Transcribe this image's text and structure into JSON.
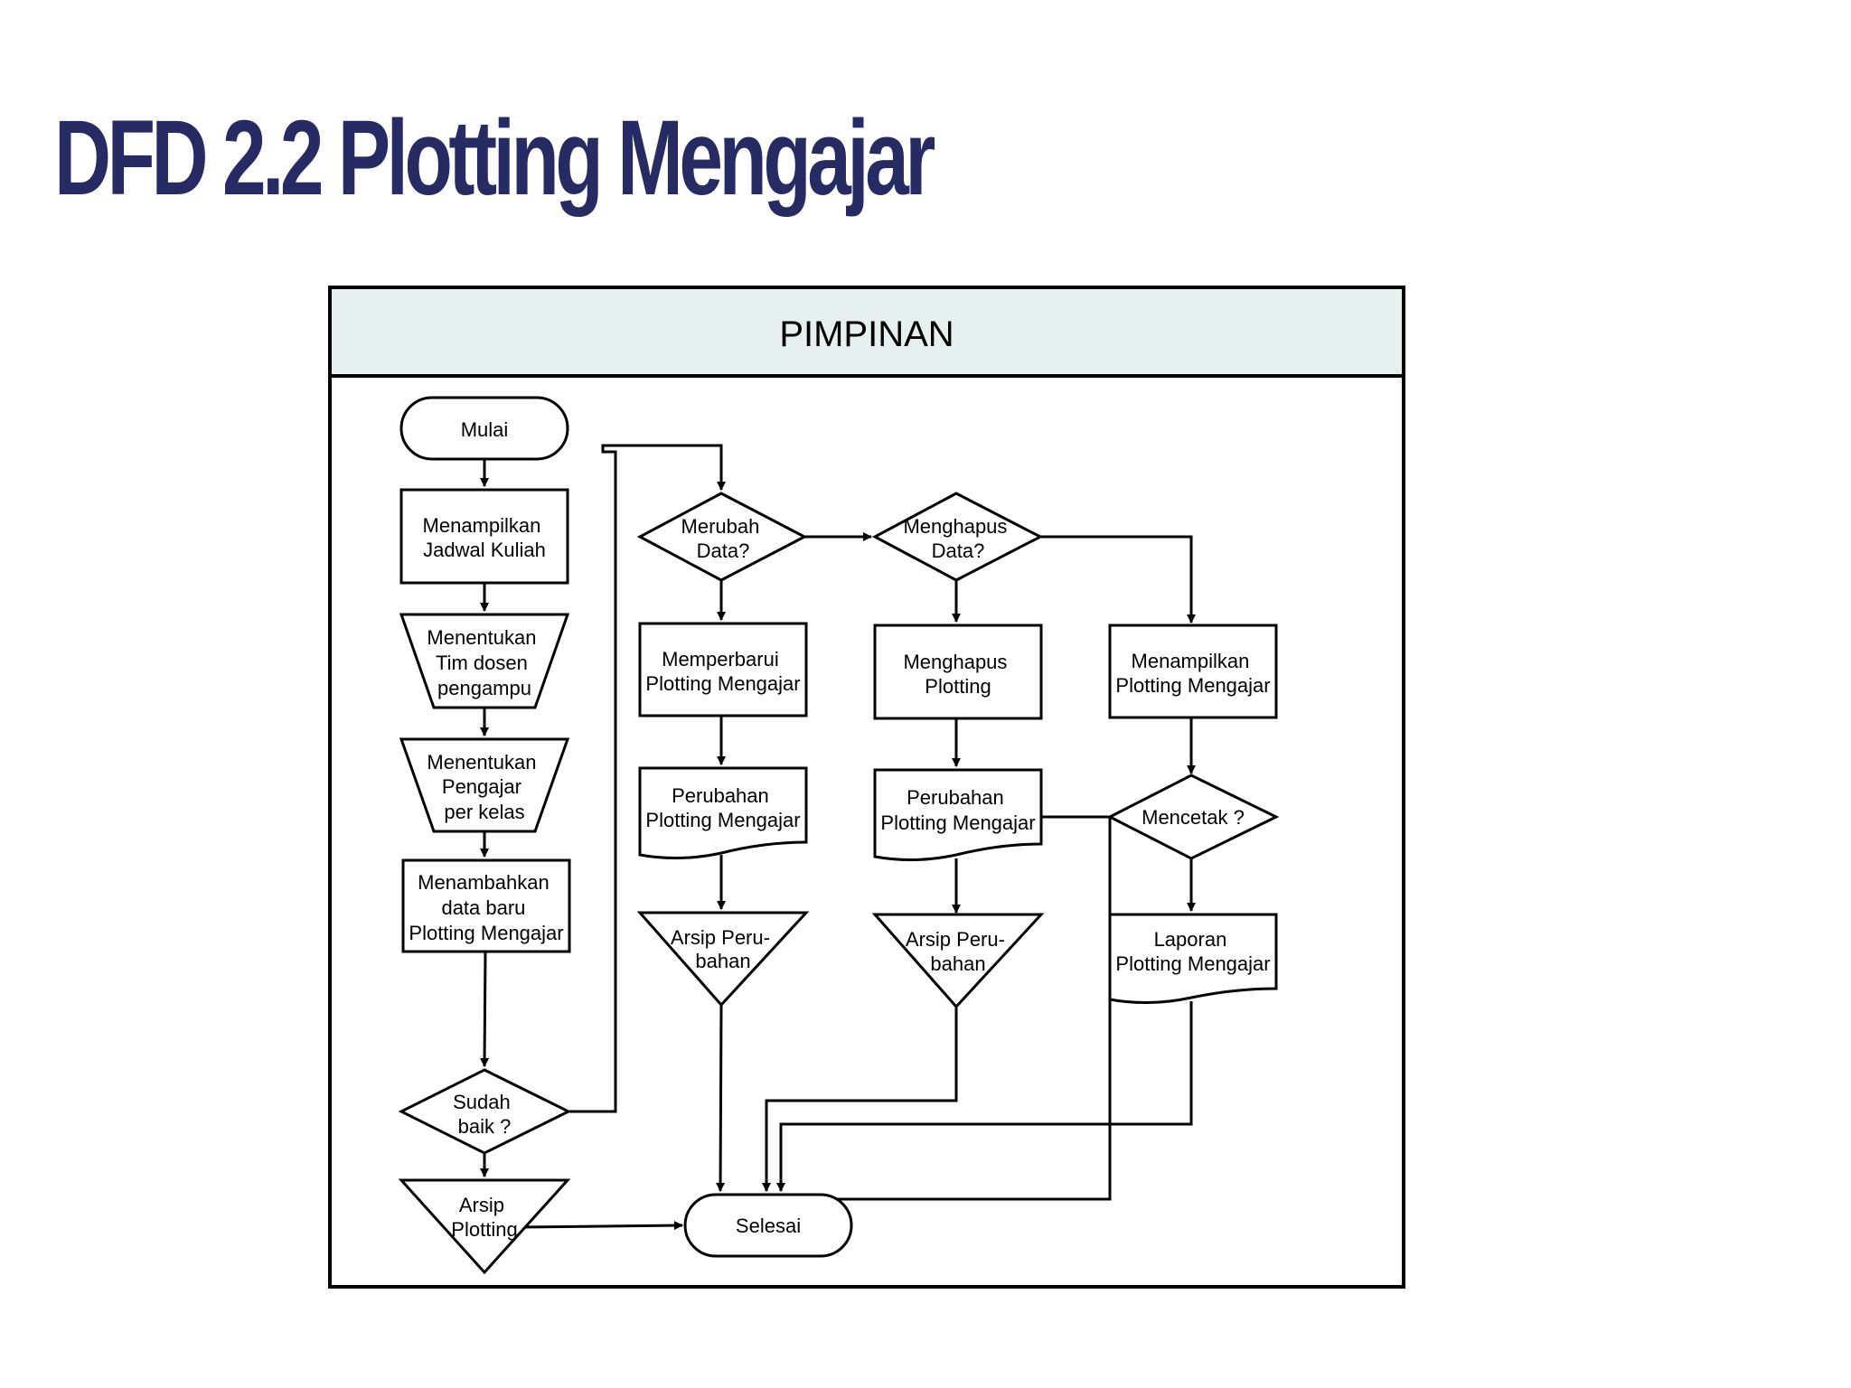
{
  "title": "DFD 2.2 Plotting Mengajar",
  "lane": "PIMPINAN",
  "nodes": {
    "mulai": [
      "Mulai"
    ],
    "tampil_jadwal": [
      "Menampilkan",
      "Jadwal Kuliah"
    ],
    "tentukan_tim": [
      "Menentukan",
      "Tim dosen",
      "pengampu"
    ],
    "tentukan_pengajar": [
      "Menentukan",
      "Pengajar",
      "per kelas"
    ],
    "tambah_data": [
      "Menambahkan",
      "data baru",
      "Plotting Mengajar"
    ],
    "sudah_baik": [
      "Sudah",
      "baik ?"
    ],
    "arsip_plotting": [
      "Arsip",
      "Plotting"
    ],
    "selesai": [
      "Selesai"
    ],
    "merubah": [
      "Merubah",
      "Data?"
    ],
    "memperbarui": [
      "Memperbarui",
      "Plotting Mengajar"
    ],
    "perubahan1": [
      "Perubahan",
      "Plotting Mengajar"
    ],
    "arsip1": [
      "Arsip Peru-",
      "bahan"
    ],
    "menghapus_q": [
      "Menghapus",
      "Data?"
    ],
    "menghapus": [
      "Menghapus",
      "Plotting"
    ],
    "perubahan2": [
      "Perubahan",
      "Plotting Mengajar"
    ],
    "arsip2": [
      "Arsip Peru-",
      "bahan"
    ],
    "tampil_plotting": [
      "Menampilkan",
      "Plotting Mengajar"
    ],
    "mencetak": [
      "Mencetak ?"
    ],
    "laporan": [
      "Laporan",
      "Plotting Mengajar"
    ]
  }
}
